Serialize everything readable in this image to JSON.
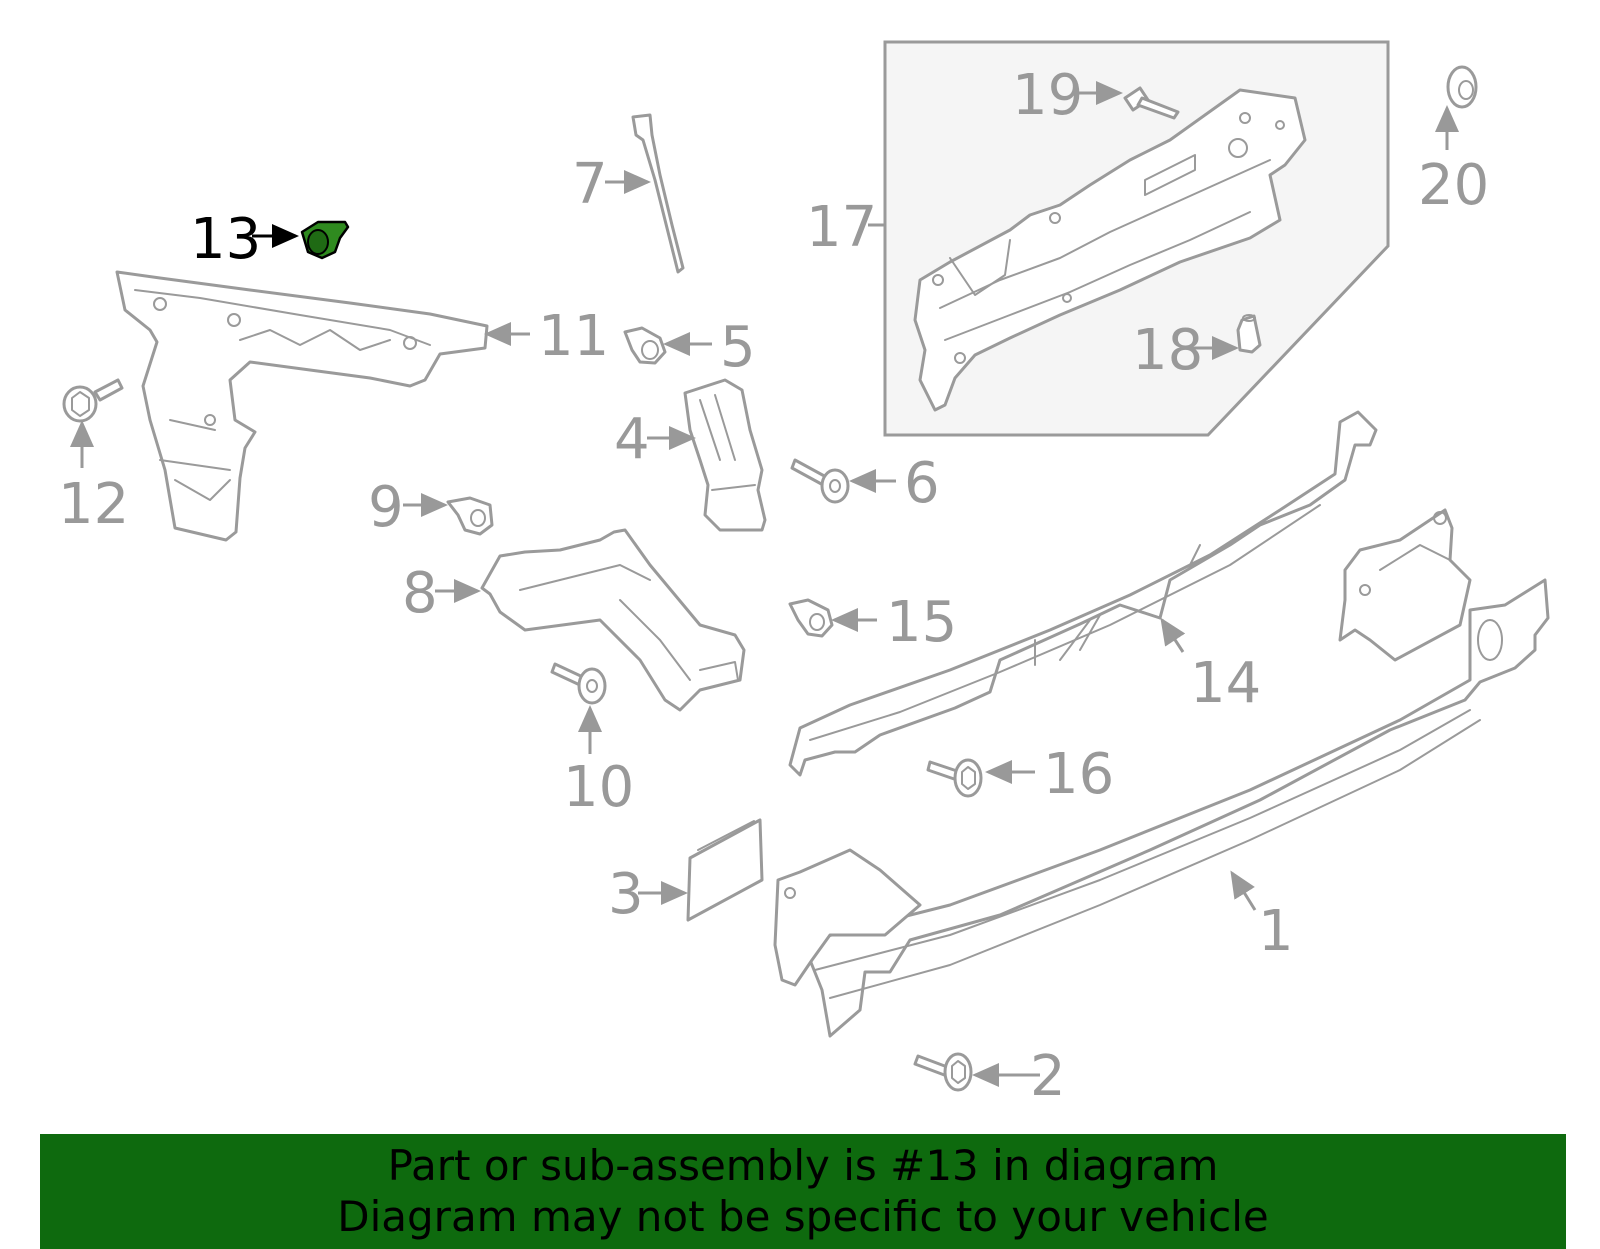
{
  "diagram": {
    "callouts": [
      "1",
      "2",
      "3",
      "4",
      "5",
      "6",
      "7",
      "8",
      "9",
      "10",
      "11",
      "12",
      "13",
      "14",
      "15",
      "16",
      "17",
      "18",
      "19",
      "20"
    ],
    "highlighted_callout": "13",
    "highlight_color": "#2f8a1f",
    "line_color": "#9a9a9a",
    "inset_fill": "#f5f5f5"
  },
  "banner": {
    "line1": "Part or sub-assembly is #13 in diagram",
    "line2": "Diagram may not be specific to your vehicle",
    "background": "#0e6a0e"
  }
}
